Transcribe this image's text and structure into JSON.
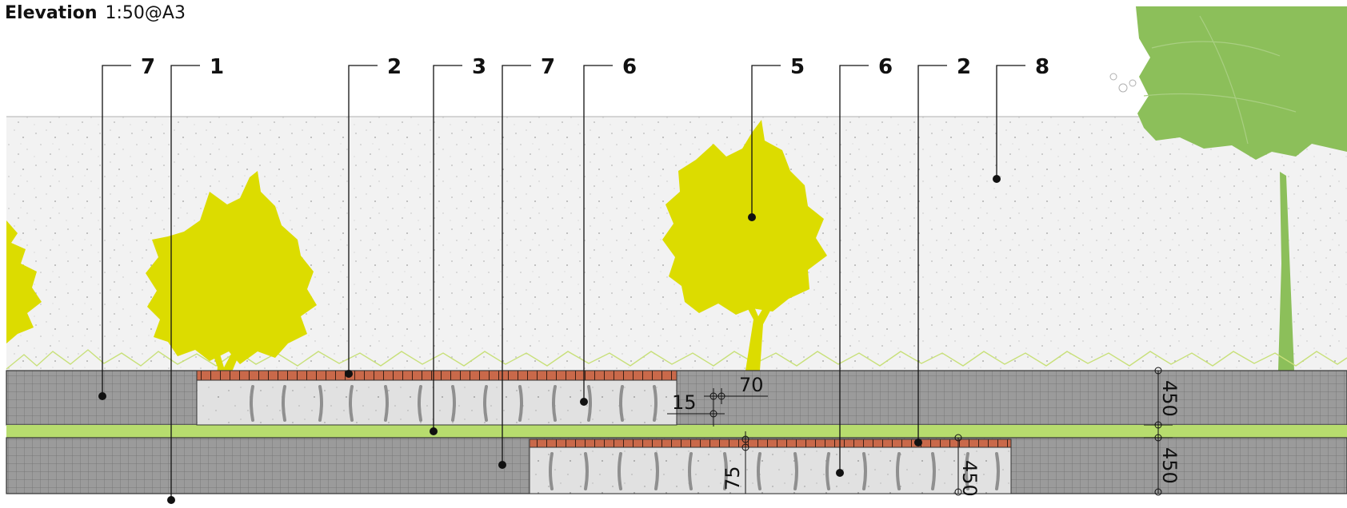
{
  "title": {
    "label": "Elevation",
    "scale": "1:50@A3"
  },
  "callouts": [
    "7",
    "1",
    "2",
    "3",
    "7",
    "6",
    "5",
    "6",
    "2",
    "8"
  ],
  "dimensions": {
    "d70": "70",
    "d15": "15",
    "d75": "75",
    "d450_mid": "450",
    "d450_right_top": "450",
    "d450_right_bottom": "450"
  },
  "colors": {
    "shrub": "#dcdc00",
    "tree": "#8cbf5a",
    "bed_strip": "#b7dc6e",
    "brick": "#c9694a",
    "paving": "#9c9c9c",
    "gravel_bg": "#f1f1f1",
    "concrete": "#e2e2e2"
  }
}
